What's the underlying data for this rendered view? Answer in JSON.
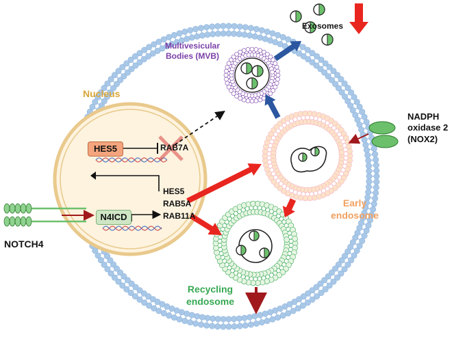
{
  "labels": {
    "exosomes": "Exosomes",
    "mvb_line1": "Multivesicular",
    "mvb_line2": "Bodies (MVB)",
    "nucleus": "Nucleus",
    "nox2_line1": "NADPH",
    "nox2_line2": "oxidase 2",
    "nox2_line3": "(NOX2)",
    "early_line1": "Early",
    "early_line2": "endosome",
    "recycling_line1": "Recycling",
    "recycling_line2": "endosome",
    "notch4": "NOTCH4"
  },
  "genes": {
    "hes5_box": "HES5",
    "n4icd_box": "N4ICD",
    "rab7a": "RAB7A",
    "hes5": "HES5",
    "rab5a": "RAB5A",
    "rab11a": "RAB11A"
  },
  "colors": {
    "membrane": "#a9c8e8",
    "membrane_line": "#8db3da",
    "nucleus_fill": "#fdf3df",
    "nucleus_ring": "#e9c98c",
    "nucleus_label": "#d9a63a",
    "mvb_purple": "#7a3fa8",
    "early_orange": "#f0a060",
    "early_pink": "#f2b4c4",
    "recycling_green": "#36a852",
    "vesicle_green": "#6cc06c",
    "dark_red": "#a0191c",
    "bright_red": "#e8261f",
    "blue_arrow": "#2c57a0",
    "hes5_box": "#f4a57e",
    "n4icd_box": "#cfe6c5"
  }
}
